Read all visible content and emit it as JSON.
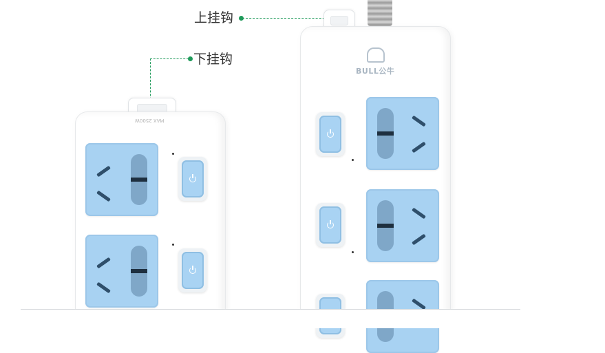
{
  "labels": {
    "upper_hook": "上挂钩",
    "lower_hook": "下挂钩"
  },
  "right_strip": {
    "brand": "BULL公牛"
  },
  "left_strip": {
    "rating": "MAX 2500W"
  },
  "colors": {
    "socket_blue": "#a8d2f2",
    "callout_green": "#1f9a5a",
    "strip_white": "#ffffff"
  }
}
